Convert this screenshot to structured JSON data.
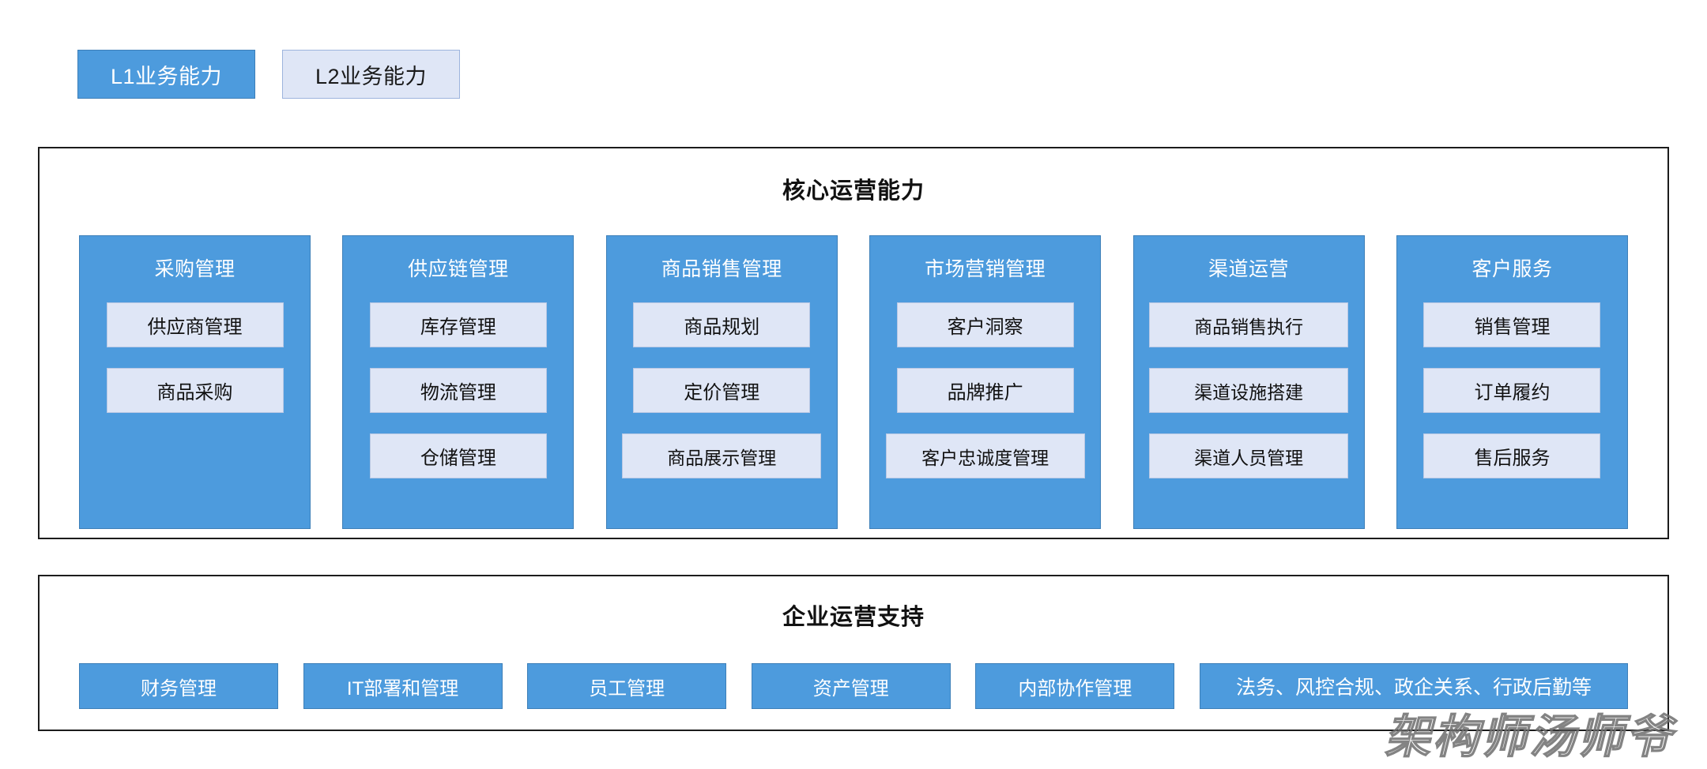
{
  "legend": {
    "items": [
      {
        "label": "L1业务能力",
        "level": "L1",
        "fill": "#4d9bdd",
        "text_color": "#ffffff"
      },
      {
        "label": "L2业务能力",
        "level": "L2",
        "fill": "#dfe6f6",
        "text_color": "#1a1a1a"
      }
    ]
  },
  "colors": {
    "l1_fill": "#4d9bdd",
    "l1_border": "#3d7fb8",
    "l2_fill": "#dfe6f6",
    "l2_border": "#b9c8e4",
    "panel_border": "#1c1c1c",
    "page_background": "#ffffff"
  },
  "core_section": {
    "title": "核心运营能力",
    "columns": [
      {
        "title": "采购管理",
        "children": [
          "供应商管理",
          "商品采购"
        ]
      },
      {
        "title": "供应链管理",
        "children": [
          "库存管理",
          "物流管理",
          "仓储管理"
        ]
      },
      {
        "title": "商品销售管理",
        "children": [
          "商品规划",
          "定价管理",
          "商品展示管理"
        ]
      },
      {
        "title": "市场营销管理",
        "children": [
          "客户洞察",
          "品牌推广",
          "客户忠诚度管理"
        ]
      },
      {
        "title": "渠道运营",
        "children": [
          "商品销售执行",
          "渠道设施搭建",
          "渠道人员管理"
        ]
      },
      {
        "title": "客户服务",
        "children": [
          "销售管理",
          "订单履约",
          "售后服务"
        ]
      }
    ]
  },
  "support_section": {
    "title": "企业运营支持",
    "items": [
      "财务管理",
      "IT部署和管理",
      "员工管理",
      "资产管理",
      "内部协作管理",
      "法务、风控合规、政企关系、行政后勤等"
    ]
  },
  "watermark": {
    "text": "架构师汤师爷"
  }
}
